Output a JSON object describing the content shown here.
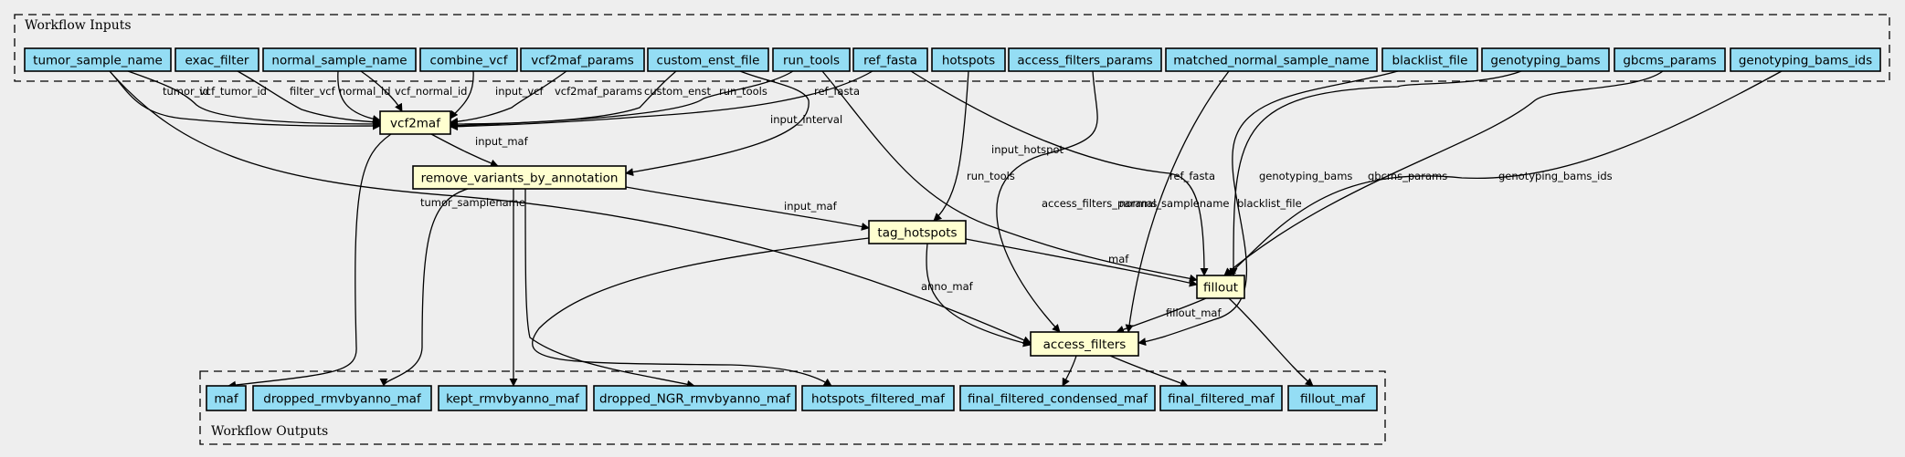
{
  "clusters": {
    "inputs_label": "Workflow Inputs",
    "outputs_label": "Workflow Outputs"
  },
  "inputs": [
    {
      "id": "tumor_sample_name",
      "label": "tumor_sample_name"
    },
    {
      "id": "exac_filter",
      "label": "exac_filter"
    },
    {
      "id": "normal_sample_name",
      "label": "normal_sample_name"
    },
    {
      "id": "combine_vcf",
      "label": "combine_vcf"
    },
    {
      "id": "vcf2maf_params",
      "label": "vcf2maf_params"
    },
    {
      "id": "custom_enst_file",
      "label": "custom_enst_file"
    },
    {
      "id": "run_tools",
      "label": "run_tools"
    },
    {
      "id": "ref_fasta",
      "label": "ref_fasta"
    },
    {
      "id": "hotspots",
      "label": "hotspots"
    },
    {
      "id": "access_filters_params",
      "label": "access_filters_params"
    },
    {
      "id": "matched_normal_sample_name",
      "label": "matched_normal_sample_name"
    },
    {
      "id": "blacklist_file",
      "label": "blacklist_file"
    },
    {
      "id": "genotyping_bams",
      "label": "genotyping_bams"
    },
    {
      "id": "gbcms_params",
      "label": "gbcms_params"
    },
    {
      "id": "genotyping_bams_ids",
      "label": "genotyping_bams_ids"
    }
  ],
  "steps": [
    {
      "id": "vcf2maf",
      "label": "vcf2maf"
    },
    {
      "id": "remove_variants_by_annotation",
      "label": "remove_variants_by_annotation"
    },
    {
      "id": "tag_hotspots",
      "label": "tag_hotspots"
    },
    {
      "id": "fillout",
      "label": "fillout"
    },
    {
      "id": "access_filters",
      "label": "access_filters"
    }
  ],
  "outputs": [
    {
      "id": "maf",
      "label": "maf"
    },
    {
      "id": "dropped_rmvbyanno_maf",
      "label": "dropped_rmvbyanno_maf"
    },
    {
      "id": "kept_rmvbyanno_maf",
      "label": "kept_rmvbyanno_maf"
    },
    {
      "id": "dropped_NGR_rmvbyanno_maf",
      "label": "dropped_NGR_rmvbyanno_maf"
    },
    {
      "id": "hotspots_filtered_maf",
      "label": "hotspots_filtered_maf"
    },
    {
      "id": "final_filtered_condensed_maf",
      "label": "final_filtered_condensed_maf"
    },
    {
      "id": "final_filtered_maf",
      "label": "final_filtered_maf"
    },
    {
      "id": "fillout_maf",
      "label": "fillout_maf"
    }
  ],
  "edges": [
    {
      "from": "tumor_sample_name",
      "to": "vcf2maf",
      "label": "tumor_id"
    },
    {
      "from": "tumor_sample_name",
      "to": "vcf2maf",
      "label": "vcf_tumor_id"
    },
    {
      "from": "exac_filter",
      "to": "vcf2maf",
      "label": "filter_vcf"
    },
    {
      "from": "normal_sample_name",
      "to": "vcf2maf",
      "label": "normal_id"
    },
    {
      "from": "normal_sample_name",
      "to": "vcf2maf",
      "label": "vcf_normal_id"
    },
    {
      "from": "combine_vcf",
      "to": "vcf2maf",
      "label": "input_vcf"
    },
    {
      "from": "vcf2maf_params",
      "to": "vcf2maf",
      "label": "vcf2maf_params"
    },
    {
      "from": "custom_enst_file",
      "to": "vcf2maf",
      "label": "custom_enst"
    },
    {
      "from": "run_tools",
      "to": "vcf2maf",
      "label": "run_tools"
    },
    {
      "from": "ref_fasta",
      "to": "vcf2maf",
      "label": "ref_fasta"
    },
    {
      "from": "custom_enst_file",
      "to": "remove_variants_by_annotation",
      "label": "input_interval"
    },
    {
      "from": "vcf2maf",
      "to": "remove_variants_by_annotation",
      "label": "input_maf"
    },
    {
      "from": "remove_variants_by_annotation",
      "to": "tag_hotspots",
      "label": "input_maf"
    },
    {
      "from": "hotspots",
      "to": "tag_hotspots",
      "label": "input_hotspot"
    },
    {
      "from": "run_tools",
      "to": "fillout",
      "label": "run_tools"
    },
    {
      "from": "ref_fasta",
      "to": "fillout",
      "label": "ref_fasta"
    },
    {
      "from": "tag_hotspots",
      "to": "fillout",
      "label": "maf"
    },
    {
      "from": "genotyping_bams",
      "to": "fillout",
      "label": "genotyping_bams"
    },
    {
      "from": "gbcms_params",
      "to": "fillout",
      "label": "gbcms_params"
    },
    {
      "from": "genotyping_bams_ids",
      "to": "fillout",
      "label": "genotyping_bams_ids"
    },
    {
      "from": "tumor_sample_name",
      "to": "access_filters",
      "label": "tumor_samplename"
    },
    {
      "from": "tag_hotspots",
      "to": "access_filters",
      "label": "anno_maf"
    },
    {
      "from": "access_filters_params",
      "to": "access_filters",
      "label": "access_filters_params"
    },
    {
      "from": "matched_normal_sample_name",
      "to": "access_filters",
      "label": "normal_samplename"
    },
    {
      "from": "blacklist_file",
      "to": "access_filters",
      "label": "blacklist_file"
    },
    {
      "from": "fillout",
      "to": "access_filters",
      "label": "fillout_maf"
    },
    {
      "from": "vcf2maf",
      "to": "maf",
      "label": ""
    },
    {
      "from": "remove_variants_by_annotation",
      "to": "dropped_rmvbyanno_maf",
      "label": ""
    },
    {
      "from": "remove_variants_by_annotation",
      "to": "kept_rmvbyanno_maf",
      "label": ""
    },
    {
      "from": "remove_variants_by_annotation",
      "to": "dropped_NGR_rmvbyanno_maf",
      "label": ""
    },
    {
      "from": "tag_hotspots",
      "to": "hotspots_filtered_maf",
      "label": ""
    },
    {
      "from": "access_filters",
      "to": "final_filtered_condensed_maf",
      "label": ""
    },
    {
      "from": "access_filters",
      "to": "final_filtered_maf",
      "label": ""
    },
    {
      "from": "fillout",
      "to": "fillout_maf",
      "label": ""
    }
  ],
  "colors": {
    "background": "#eeeeee",
    "io_node_fill": "#94ddf4",
    "step_node_fill": "#ffffd0",
    "stroke": "#000000"
  }
}
